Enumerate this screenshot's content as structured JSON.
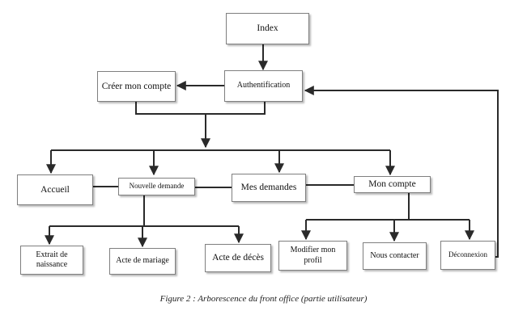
{
  "colors": {
    "line": "#2a2a2a",
    "box_border": "#7f7f7f"
  },
  "nodes": {
    "index": "Index",
    "auth": "Authentification",
    "creer_compte": "Créer mon compte",
    "accueil": "Accueil",
    "nouvelle_demande": "Nouvelle demande",
    "mes_demandes": "Mes demandes",
    "mon_compte": "Mon compte",
    "extrait": "Extrait de naissance",
    "mariage": "Acte de mariage",
    "deces": "Acte de décès",
    "modifier": "Modifier mon profil",
    "contacter": "Nous contacter",
    "deconnexion": "Déconnexion"
  },
  "caption": "Figure 2 : Arborescence du front office (partie utilisateur)"
}
